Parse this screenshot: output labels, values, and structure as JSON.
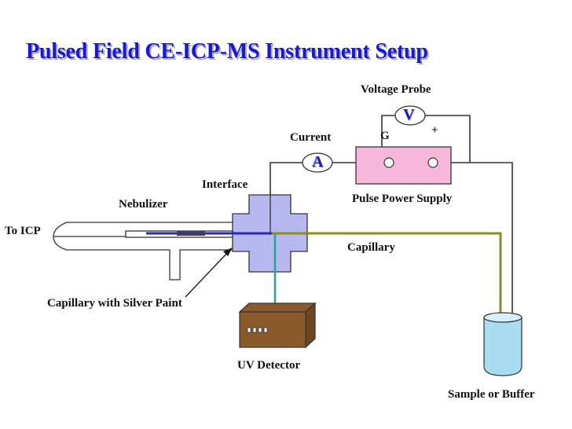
{
  "title": "Pulsed Field CE-ICP-MS Instrument Setup",
  "labels": {
    "voltage_probe": "Voltage Probe",
    "voltmeter_symbol": "V",
    "current": "Current",
    "ammeter_symbol": "A",
    "ground_terminal": "G",
    "positive_terminal": "+",
    "interface": "Interface",
    "nebulizer": "Nebulizer",
    "pulse_power_supply": "Pulse Power Supply",
    "to_icp": "To ICP",
    "capillary": "Capillary",
    "capillary_with_silver_paint": "Capillary with Silver Paint",
    "uv_detector": "UV Detector",
    "sample_or_buffer": "Sample or Buffer"
  },
  "colors": {
    "title": "#1a1acc",
    "wire": "#333333",
    "capillary": "#8a8a2a",
    "detector_line": "#22a89a",
    "interface_fill": "#b8b8f0",
    "power_supply_fill": "#f7b8dc",
    "uv_detector_fill": "#8b5a2b",
    "beaker_fill": "#a8dcf0"
  }
}
